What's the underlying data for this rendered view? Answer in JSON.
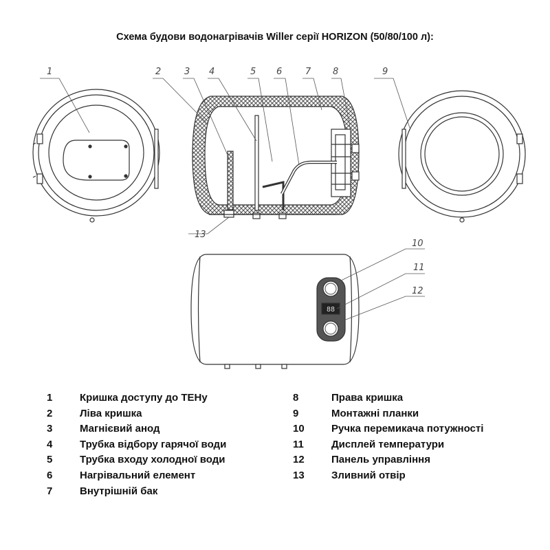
{
  "title": "Схема будови водонагрівачів Willer серії HORIZON (50/80/100 л):",
  "callouts": [
    "1",
    "2",
    "3",
    "4",
    "5",
    "6",
    "7",
    "8",
    "9",
    "10",
    "11",
    "12",
    "13"
  ],
  "display_text": "88",
  "legend": {
    "left": [
      {
        "num": "1",
        "label": "Кришка доступу до ТЕНу"
      },
      {
        "num": "2",
        "label": "Ліва кришка"
      },
      {
        "num": "3",
        "label": "Магнієвий анод"
      },
      {
        "num": "4",
        "label": "Трубка відбору гарячої води"
      },
      {
        "num": "5",
        "label": "Трубка входу холодної води"
      },
      {
        "num": "6",
        "label": "Нагрівальний елемент"
      },
      {
        "num": "7",
        "label": "Внутрішній бак"
      }
    ],
    "right": [
      {
        "num": "8",
        "label": "Права кришка"
      },
      {
        "num": "9",
        "label": "Монтажні планки"
      },
      {
        "num": "10",
        "label": "Ручка перемикача потужності"
      },
      {
        "num": "11",
        "label": "Дисплей температури"
      },
      {
        "num": "12",
        "label": "Панель управління"
      },
      {
        "num": "13",
        "label": "Зливний отвір"
      }
    ]
  },
  "colors": {
    "line": "#333333",
    "insulation": "#555555",
    "panel": "#444444"
  }
}
